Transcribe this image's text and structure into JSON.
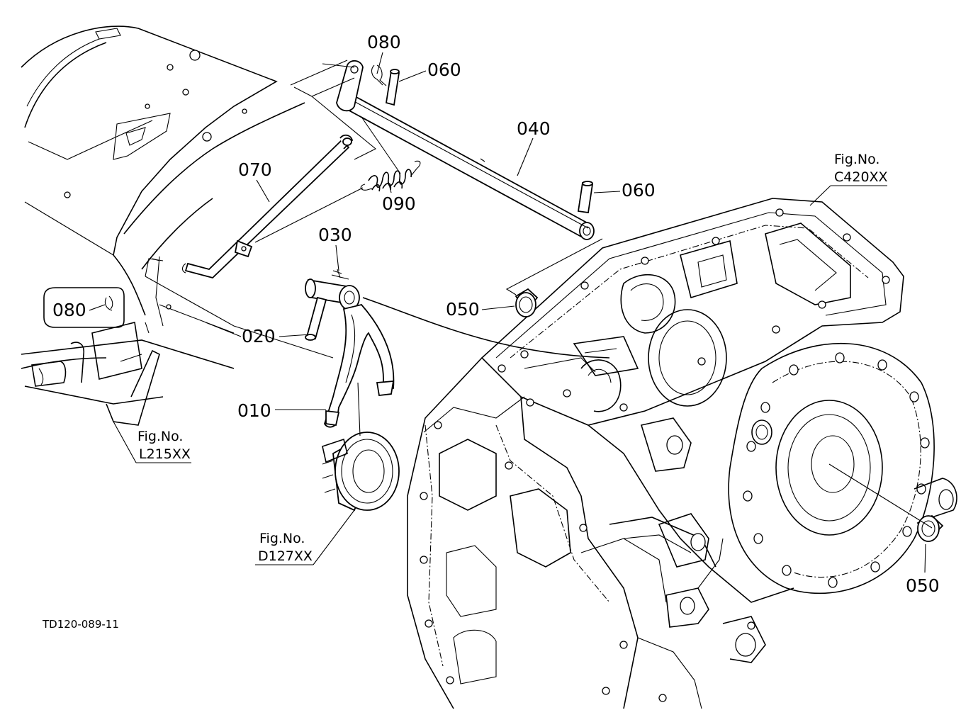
{
  "diagram": {
    "drawing_code": "TD120-089-11",
    "part_labels": {
      "p080_top": "080",
      "p060_top": "060",
      "p040": "040",
      "p060_right": "060",
      "p070": "070",
      "p090": "090",
      "p030": "030",
      "p050_mid": "050",
      "p080_left": "080",
      "p020": "020",
      "p010": "010",
      "p050_right": "050"
    },
    "figure_refs": {
      "c420": {
        "prefix": "Fig.No.",
        "code": "C420XX"
      },
      "l215": {
        "prefix": "Fig.No.",
        "code": "L215XX"
      },
      "d127": {
        "prefix": "Fig.No.",
        "code": "D127XX"
      }
    }
  }
}
